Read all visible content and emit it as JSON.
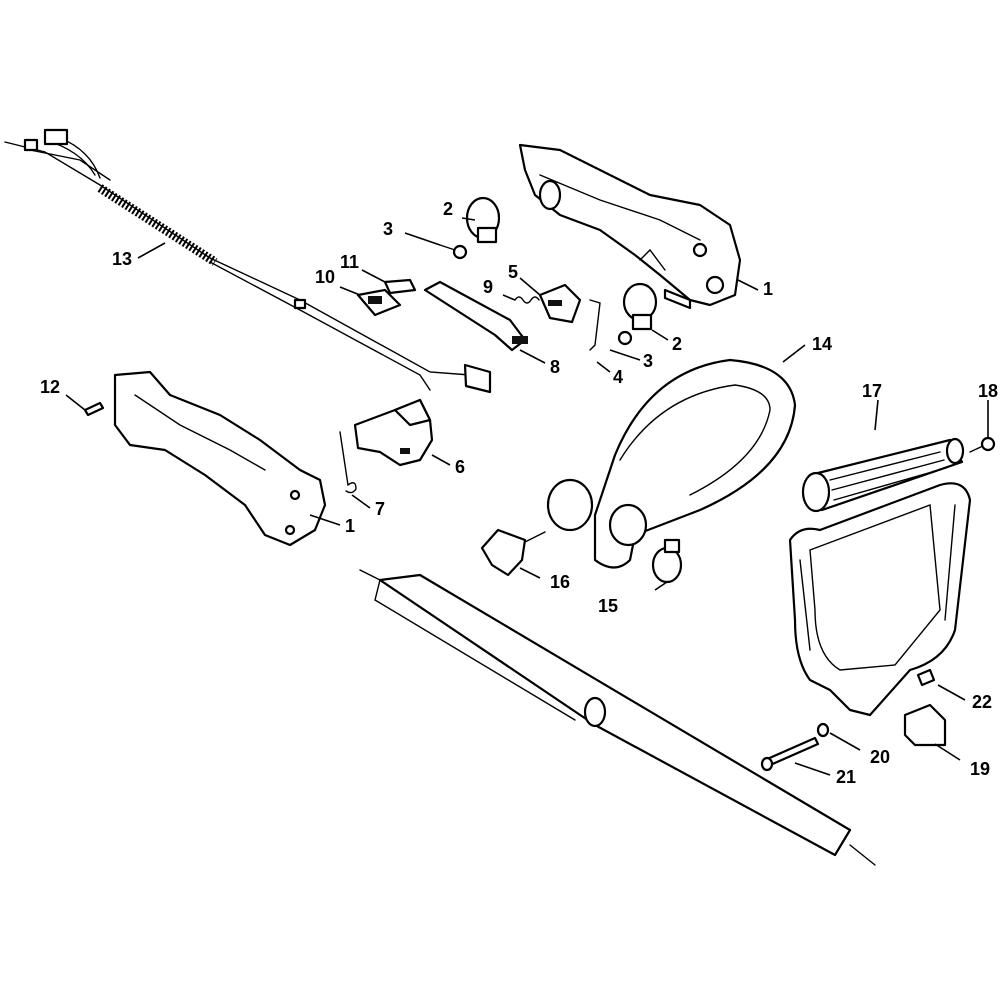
{
  "colors": {
    "line": "#000000",
    "background": "#ffffff"
  },
  "labels": {
    "p1a": "1",
    "p1b": "1",
    "p2a": "2",
    "p2b": "2",
    "p3a": "3",
    "p3b": "3",
    "p4": "4",
    "p5": "5",
    "p6": "6",
    "p7": "7",
    "p8": "8",
    "p9": "9",
    "p10": "10",
    "p11": "11",
    "p12": "12",
    "p13": "13",
    "p14": "14",
    "p15": "15",
    "p16": "16",
    "p17": "17",
    "p18": "18",
    "p19": "19",
    "p20": "20",
    "p21": "21",
    "p22": "22"
  }
}
